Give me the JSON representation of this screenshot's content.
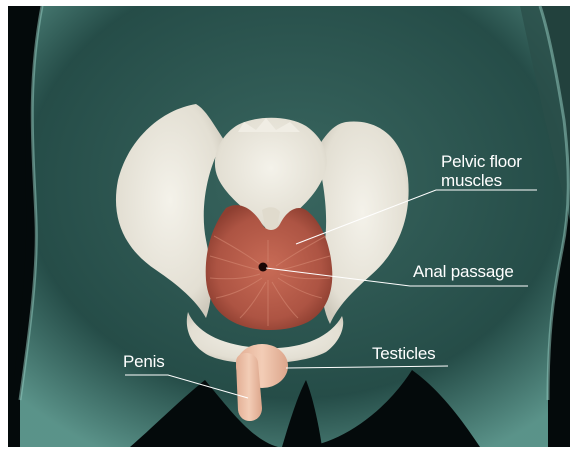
{
  "labels": {
    "pelvic_floor_line1": "Pelvic floor",
    "pelvic_floor_line2": "muscles",
    "anal_passage": "Anal passage",
    "testicles": "Testicles",
    "penis": "Penis"
  },
  "colors": {
    "background": "#040a0b",
    "body_silhouette": "#2f5a55",
    "bone": "#e9e6dc",
    "muscle": "#b65a49",
    "skin": "#efc3aa",
    "label_text": "#ffffff"
  }
}
